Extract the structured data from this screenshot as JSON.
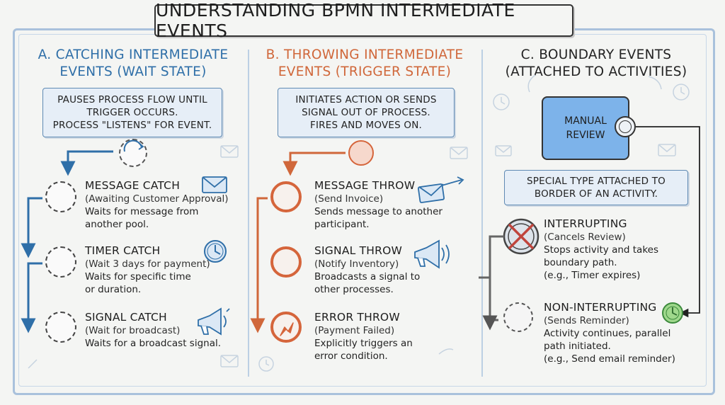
{
  "title": "UNDERSTANDING BPMN INTERMEDIATE EVENTS",
  "columns": {
    "a": {
      "heading1": "A. CATCHING INTERMEDIATE",
      "heading2": "EVENTS (WAIT STATE)",
      "desc1": "PAUSES PROCESS FLOW UNTIL",
      "desc2": "TRIGGER OCCURS.",
      "desc3": "PROCESS \"LISTENS\" FOR EVENT.",
      "events": [
        {
          "name": "MESSAGE CATCH",
          "sub": "(Awaiting Customer Approval)",
          "text1": "Waits for message from",
          "text2": "another pool.",
          "icon": "envelope-icon"
        },
        {
          "name": "TIMER CATCH",
          "sub": "(Wait 3 days for payment)",
          "text1": "Waits for specific time",
          "text2": "or duration.",
          "icon": "clock-icon"
        },
        {
          "name": "SIGNAL CATCH",
          "sub": "(Wait for broadcast)",
          "text1": "Waits for a broadcast signal.",
          "text2": "",
          "icon": "megaphone-icon"
        }
      ]
    },
    "b": {
      "heading1": "B. THROWING INTERMEDIATE",
      "heading2": "EVENTS (TRIGGER STATE)",
      "desc1": "INITIATES ACTION OR SENDS",
      "desc2": "SIGNAL OUT OF PROCESS.",
      "desc3": "FIRES AND MOVES ON.",
      "events": [
        {
          "name": "MESSAGE THROW",
          "sub": "(Send Invoice)",
          "text1": "Sends message to another",
          "text2": "participant.",
          "icon": "sending-envelope-icon"
        },
        {
          "name": "SIGNAL THROW",
          "sub": "(Notify Inventory)",
          "text1": "Broadcasts a signal to",
          "text2": "other processes.",
          "icon": "megaphone-icon"
        },
        {
          "name": "ERROR THROW",
          "sub": "(Payment Failed)",
          "text1": "Explicitly triggers an",
          "text2": "error condition.",
          "icon": "lightning-icon"
        }
      ]
    },
    "c": {
      "heading1": "C. BOUNDARY EVENTS",
      "heading2": "(ATTACHED TO ACTIVITIES)",
      "task1": "MANUAL",
      "task2": "REVIEW",
      "desc1": "SPECIAL TYPE ATTACHED TO",
      "desc2": "BORDER OF AN ACTIVITY.",
      "events": [
        {
          "name": "INTERRUPTING",
          "sub": "(Cancels Review)",
          "text1": "Stops activity and takes",
          "text2": "boundary path.",
          "text3": "(e.g., Timer expires)"
        },
        {
          "name": "NON-INTERRUPTING",
          "sub": "(Sends Reminder)",
          "text1": "Activity continues, parallel",
          "text2": "path initiated.",
          "text3": "(e.g., Send email reminder)"
        }
      ]
    }
  },
  "colors": {
    "catch": "#2f6fa8",
    "throw": "#d0673a",
    "task": "#7db3ea",
    "timer": "#9fd88c"
  }
}
